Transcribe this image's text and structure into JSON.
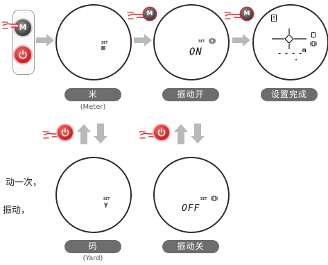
{
  "labels": {
    "meter": "米",
    "meter_sub": "(Meter)",
    "vibration_on": "振动开",
    "setup_done": "设置完成",
    "yard": "码",
    "yard_sub": "(Yard)",
    "vibration_off": "振动关"
  },
  "screens": {
    "set": "SET",
    "unit_m": "m",
    "unit_y": "Y",
    "on_text": "ON",
    "off_text": "OFF",
    "mode_s": "S",
    "dashes": "- - - -",
    "final_unit": "m"
  },
  "buttons": {
    "mode_letter": "M"
  },
  "side_text": {
    "line1": "动一次，",
    "line2": "振动，"
  },
  "colors": {
    "accent_red": "#e0262b",
    "arrow_gray": "#b9b9b9",
    "pill_gray": "#6d6d6d"
  }
}
